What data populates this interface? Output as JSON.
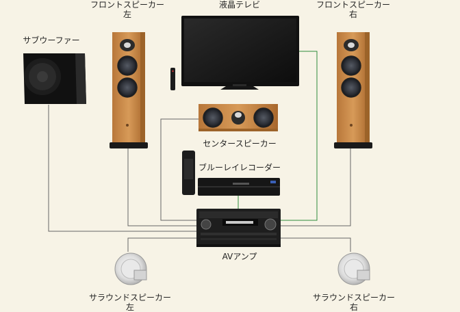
{
  "labels": {
    "front_left": [
      "フロントスピーカー",
      "左"
    ],
    "tv": [
      "液晶テレビ"
    ],
    "front_right": [
      "フロントスピーカー",
      "右"
    ],
    "subwoofer": [
      "サブウーファー"
    ],
    "center": [
      "センタースピーカー"
    ],
    "bluray": [
      "ブルーレイレコーダー"
    ],
    "amp": [
      "AVアンプ"
    ],
    "surround_left": [
      "サラウンドスピーカー",
      "左"
    ],
    "surround_right": [
      "サラウンドスピーカー",
      "右"
    ]
  },
  "colors": {
    "background": "#f7f3e6",
    "cable": "#555555",
    "hdmi_cable": "#2e8b3a",
    "wood": "#c98a4a",
    "wood_dark": "#9c6329",
    "black": "#1a1a1a"
  }
}
